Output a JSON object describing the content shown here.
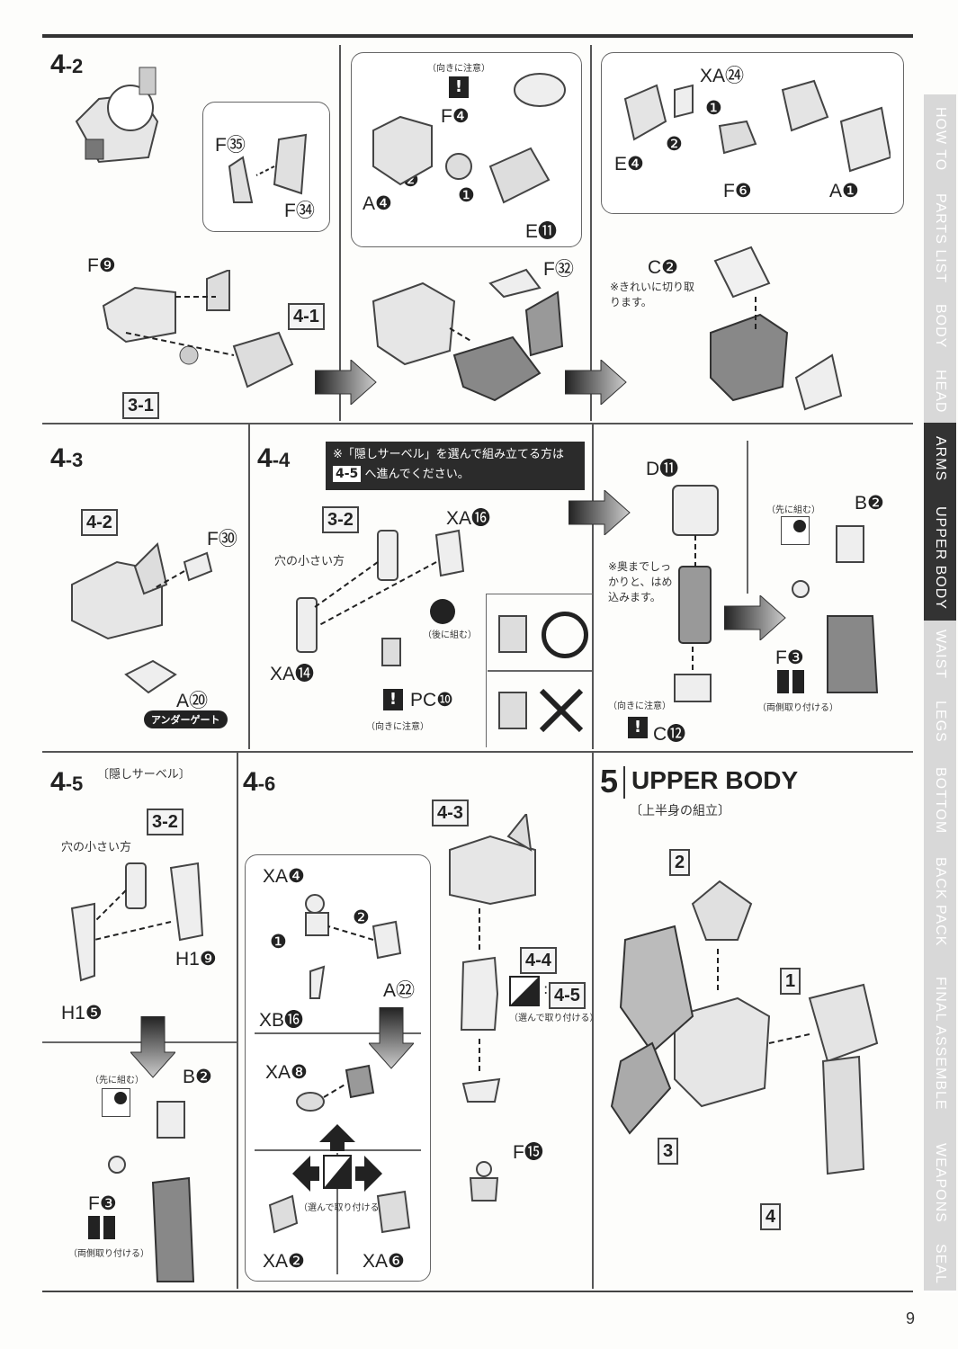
{
  "steps": {
    "s42": {
      "num": "4",
      "sub": "-2"
    },
    "s43": {
      "num": "4",
      "sub": "-3"
    },
    "s44": {
      "num": "4",
      "sub": "-4"
    },
    "s45": {
      "num": "4",
      "sub": "-5",
      "caption": "〔隠しサーベル〕"
    },
    "s46": {
      "num": "4",
      "sub": "-6"
    },
    "s5": {
      "num": "5",
      "title": "UPPER BODY",
      "caption": "〔上半身の組立〕"
    }
  },
  "step42": {
    "f35": "F㉟",
    "f34": "F㉞",
    "f9": "F❾",
    "ref41": "4-1",
    "ref31": "3-1",
    "caution": "（向きに注意）",
    "f4": "F❹",
    "a4": "A❹",
    "e11": "E⓫",
    "n1": "❶",
    "n2": "❷",
    "f32": "F㉜",
    "xa24": "XA㉔",
    "e4": "E❹",
    "f6": "F❻",
    "a1": "A❶",
    "n1b": "❶",
    "n2b": "❷",
    "c2": "C❷",
    "cleancut": "※きれいに切り取ります。"
  },
  "step43": {
    "ref42": "4-2",
    "f30": "F㉚",
    "a20": "A⑳",
    "undergate": "アンダーゲート"
  },
  "step44": {
    "banner_line1": "※「隠しサーベル」を選んで組み立てる方は",
    "banner_box": "4-5",
    "banner_line2": "へ進んでください。",
    "ref32": "3-2",
    "xa16": "XA⓰",
    "smallhole": "穴の小さい方",
    "later": "（後に組む）",
    "xa14": "XA⓮",
    "pc10": "PC❿",
    "caution": "（向きに注意）",
    "d11": "D⓫",
    "deep": "※奥までしっかりと、はめ込みます。",
    "caution2": "（向きに注意）",
    "c12": "C⓬",
    "first": "（先に組む）",
    "b2": "B❷",
    "f3": "F❸",
    "bothsides": "（両側取り付ける）"
  },
  "step45": {
    "ref32": "3-2",
    "smallhole": "穴の小さい方",
    "h19": "H1❾",
    "h15": "H1❺",
    "first": "（先に組む）",
    "b2": "B❷",
    "f3": "F❸",
    "bothsides": "（両側取り付ける）"
  },
  "step46": {
    "xa4": "XA❹",
    "n2": "❷",
    "n1": "❶",
    "a22": "A㉒",
    "xb16": "XB⓰",
    "xa8": "XA❽",
    "choose": "（選んで取り付ける）",
    "xa2": "XA❷",
    "xa6": "XA❻",
    "ref43": "4-3",
    "ref44": "4-4",
    "ref45": "4-5",
    "choose2": "（選んで取り付ける）",
    "f15": "F⓯"
  },
  "step5": {
    "r1": "1",
    "r2": "2",
    "r3": "3",
    "r4": "4"
  },
  "sidetabs": [
    {
      "label": "HOW TO",
      "active": false
    },
    {
      "label": "PARTS LIST",
      "active": false
    },
    {
      "label": "BODY",
      "active": false
    },
    {
      "label": "HEAD",
      "active": false
    },
    {
      "label": "ARMS",
      "active": true
    },
    {
      "label": "UPPER BODY",
      "active": true
    },
    {
      "label": "WAIST",
      "active": false
    },
    {
      "label": "LEGS",
      "active": false
    },
    {
      "label": "BOTTOM",
      "active": false
    },
    {
      "label": "BACK PACK",
      "active": false
    },
    {
      "label": "FINAL ASSEMBLE",
      "active": false
    },
    {
      "label": "WEAPONS",
      "active": false
    },
    {
      "label": "SEAL",
      "active": false
    }
  ],
  "page_number": "9"
}
